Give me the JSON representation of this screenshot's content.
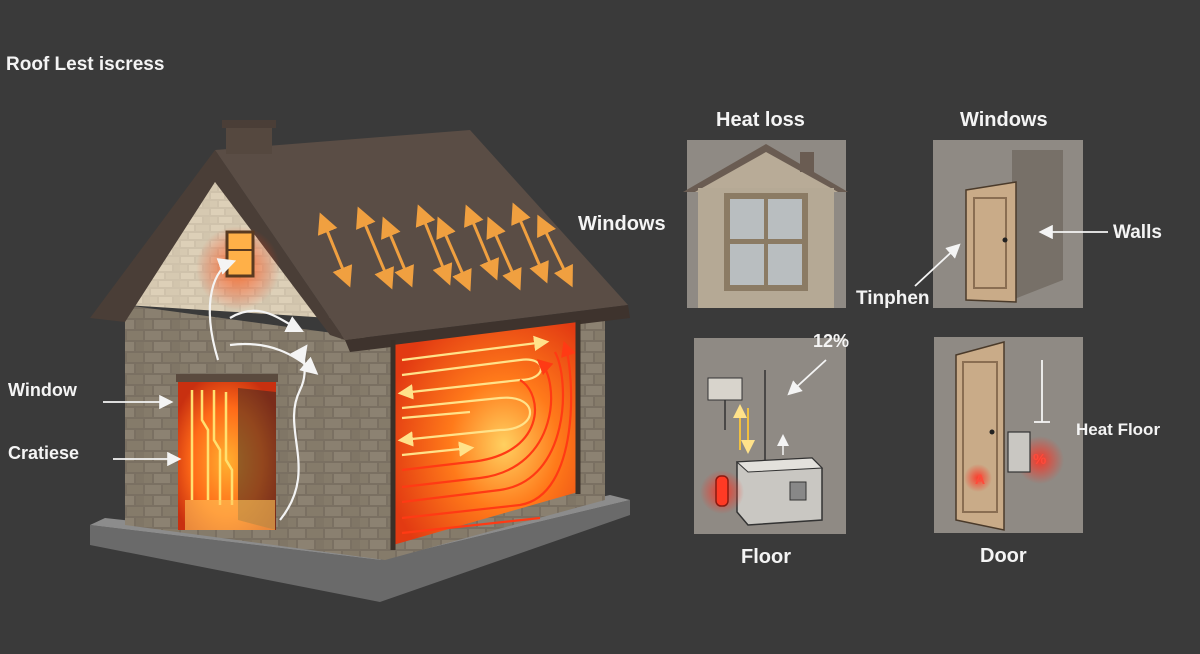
{
  "title": "Roof Lest iscress",
  "house_labels": {
    "window": "Window",
    "cratiese": "Cratiese"
  },
  "panels": {
    "heat_loss": {
      "heading": "Heat loss",
      "side_label": "Windows"
    },
    "windows": {
      "heading": "Windows",
      "walls_label": "Walls",
      "pointer_label": "Tinphen"
    },
    "floor": {
      "caption": "Floor",
      "percent_label": "12%"
    },
    "door": {
      "caption": "Door",
      "heat_label": "Heat Floor",
      "percent_mark": "%",
      "a_mark": "A"
    }
  },
  "colors": {
    "background": "#3a3a3a",
    "heat": "#ff5a1f",
    "arrow": "#f0a040",
    "label": "#f4f4f4"
  }
}
